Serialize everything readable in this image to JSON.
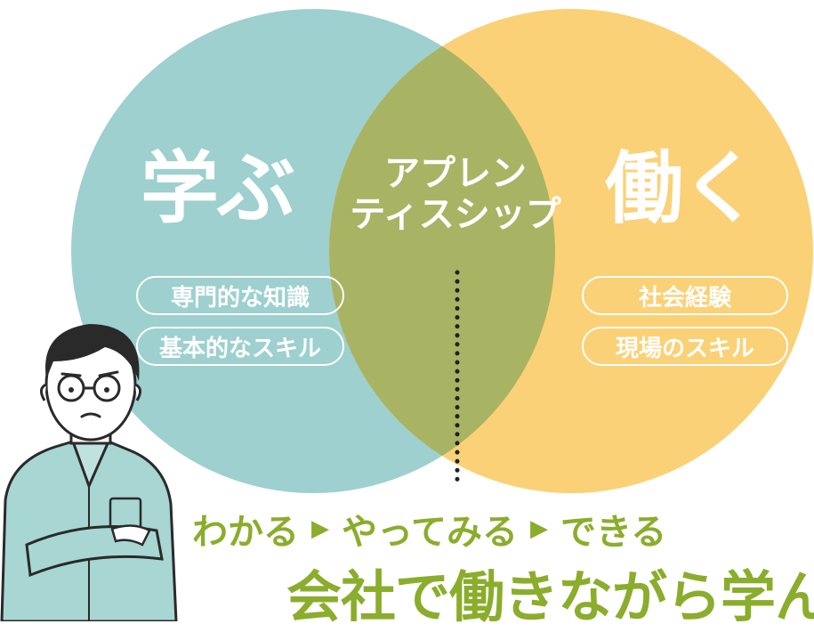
{
  "left_circle": {
    "title": "学ぶ",
    "items": [
      "専門的な知識",
      "基本的なスキル"
    ],
    "color": "#9dd0cf"
  },
  "center": {
    "title_line1": "アプレン",
    "title_line2": "ティスシップ",
    "color": "#a9b364"
  },
  "right_circle": {
    "title": "働く",
    "items": [
      "社会経験",
      "現場のスキル"
    ],
    "color": "#fbd177"
  },
  "steps": [
    "わかる",
    "やってみる",
    "できる"
  ],
  "step_arrow_icon": "triangle-right-icon",
  "tagline": "会社で働きながら学ん",
  "accent_color": "#8bad2c",
  "person_icon": "thinking-man-illustration"
}
